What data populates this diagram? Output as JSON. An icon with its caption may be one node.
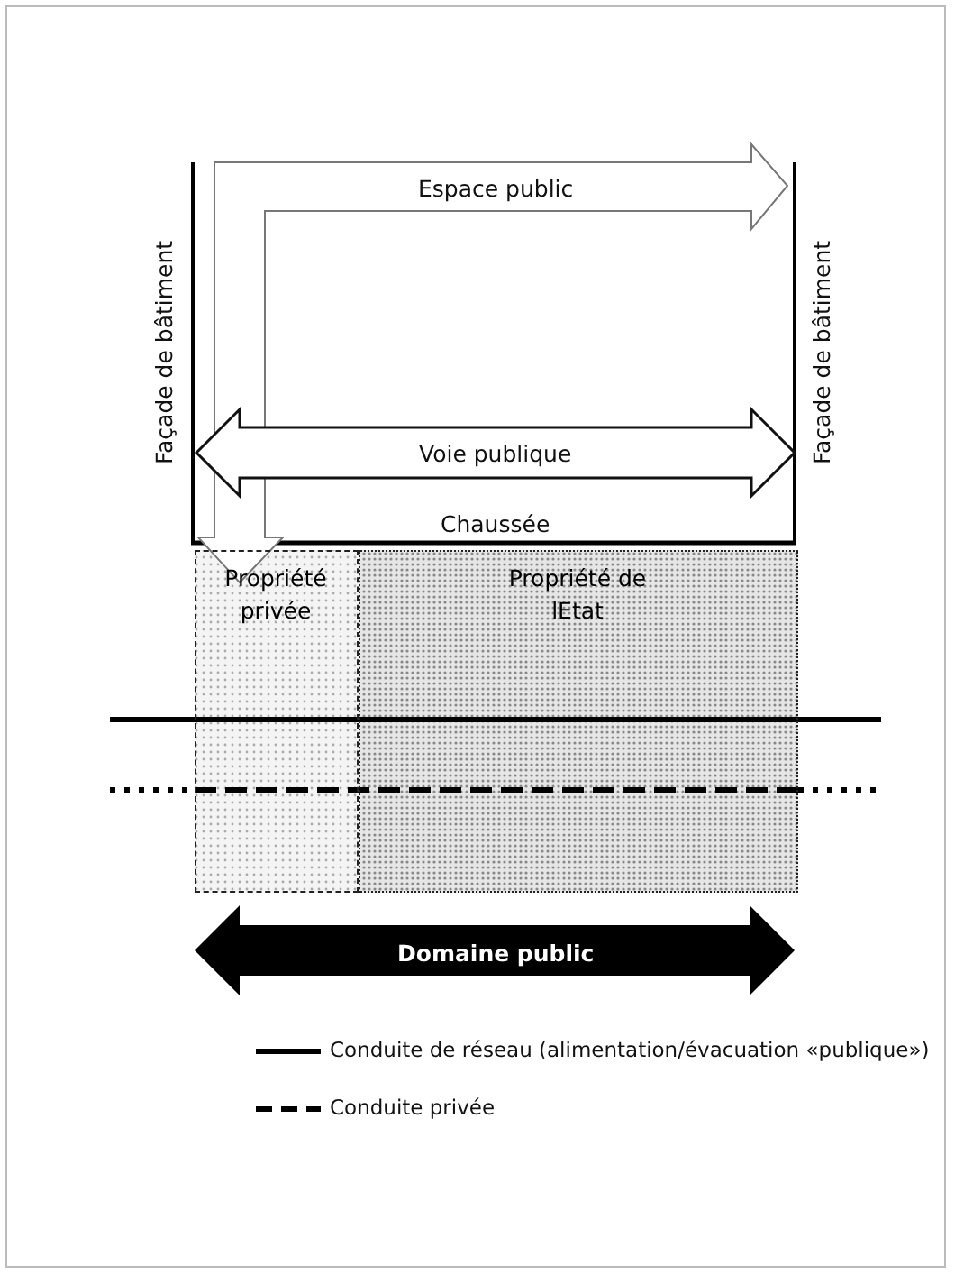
{
  "diagram": {
    "nodes": [
      {
        "text": [
          "Propriété privée"
        ]
      },
      {
        "text": [
          "Propriété de lEtat"
        ]
      }
    ],
    "labels": [
      "Façade de bâtiment",
      "Espace public",
      "Façade de bâtiment",
      "Voie publique",
      "Chaussée",
      "Domaine public"
    ],
    "legend": [
      {
        "text": "Conduite de réseau (alimentation/évacuation «publique»)"
      },
      {
        "text": "Conduite privée"
      }
    ]
  }
}
